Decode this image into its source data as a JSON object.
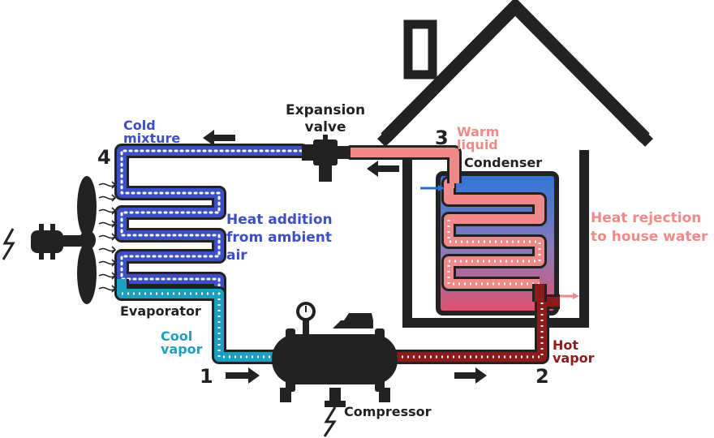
{
  "labels": {
    "expansion_valve": [
      "Expansion",
      "valve"
    ],
    "cold_mixture": [
      "Cold",
      "mixture"
    ],
    "warm_liquid": [
      "Warm",
      "liquid"
    ],
    "condenser": "Condenser",
    "heat_addition": [
      "Heat addition",
      "from ambient",
      "air"
    ],
    "heat_rejection": [
      "Heat rejection",
      "to house water"
    ],
    "evaporator": "Evaporator",
    "cool_vapor": [
      "Cool",
      "vapor"
    ],
    "hot_vapor": [
      "Hot",
      "vapor"
    ],
    "compressor": "Compressor"
  },
  "points": {
    "p1": "1",
    "p2": "2",
    "p3": "3",
    "p4": "4"
  },
  "colors": {
    "cold": "#3d4fc4",
    "cool": "#1e9fbf",
    "hot": "#8e1b1b",
    "warm": "#f08a8a",
    "dark": "#222222",
    "water_top": "#2a6fd6",
    "water_bottom": "#e0506a"
  }
}
